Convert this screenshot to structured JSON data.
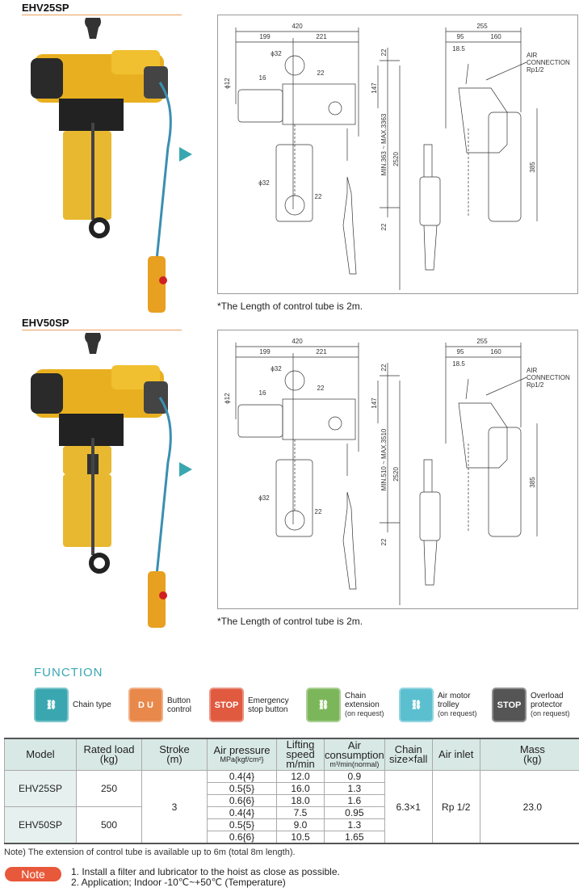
{
  "sections": [
    {
      "model": "EHV25SP",
      "dims": {
        "overall_width": "420",
        "left_width": "199",
        "right_width": "221",
        "hook_dia_top": "ϕ32",
        "hook_open_top": "22",
        "chain_width": "16",
        "dia_small": "ϕ12",
        "top_offset": "22",
        "height_147": "147",
        "lift_range": "MIN.363 ~ MAX.3363",
        "pendant_length": "2520",
        "bottom_offset": "22",
        "hook_dia_bottom": "ϕ32",
        "hook_open_bottom": "22",
        "side_width": "255",
        "side_left": "95",
        "side_right": "160",
        "hook_offset": "18.5",
        "air_connection_line1": "AIR",
        "air_connection_line2": "CONNECTION",
        "air_connection_line3": "Rp1/2",
        "bag_height": "385"
      },
      "caption": "*The Length of control tube is 2m."
    },
    {
      "model": "EHV50SP",
      "dims": {
        "overall_width": "420",
        "left_width": "199",
        "right_width": "221",
        "hook_dia_top": "ϕ32",
        "hook_open_top": "22",
        "chain_width": "16",
        "dia_small": "ϕ12",
        "top_offset": "22",
        "height_147": "147",
        "lift_range": "MIN.510 ~ MAX.3510",
        "pendant_length": "2520",
        "bottom_offset": "22",
        "hook_dia_bottom": "ϕ32",
        "hook_open_bottom": "22",
        "side_width": "255",
        "side_left": "95",
        "side_right": "160",
        "hook_offset": "18.5",
        "air_connection_line1": "AIR",
        "air_connection_line2": "CONNECTION",
        "air_connection_line3": "Rp1/2",
        "bag_height": "385"
      },
      "caption": "*The Length of control tube is 2m."
    }
  ],
  "function": {
    "title": "FUNCTION",
    "items": [
      {
        "icon": "chain-icon",
        "label1": "Chain type",
        "label2": "",
        "sub": "",
        "color": "#3aa7b0"
      },
      {
        "icon": "button-control-icon",
        "label1": "Button",
        "label2": "control",
        "sub": "",
        "color": "#e8884a",
        "glyph": "D U"
      },
      {
        "icon": "stop-button-icon",
        "label1": "Emergency",
        "label2": "stop button",
        "sub": "",
        "color": "#e05a40",
        "glyph": "STOP"
      },
      {
        "icon": "chain-extension-icon",
        "label1": "Chain",
        "label2": "extension",
        "sub": "(on request)",
        "color": "#7cb65a"
      },
      {
        "icon": "trolley-icon",
        "label1": "Air motor",
        "label2": "trolley",
        "sub": "(on request)",
        "color": "#5bbfd0"
      },
      {
        "icon": "overload-icon",
        "label1": "Overload",
        "label2": "protector",
        "sub": "(on request)",
        "color": "#555555",
        "glyph": "STOP"
      }
    ]
  },
  "table": {
    "headers": {
      "model": "Model",
      "rated_load": "Rated load",
      "rated_load_unit": "(kg)",
      "stroke": "Stroke",
      "stroke_unit": "(m)",
      "air_pressure": "Air pressure",
      "air_pressure_unit": "MPa{kgf/cm²}",
      "lifting_speed": "Lifting speed",
      "lifting_speed_unit": "m/min",
      "air_consumption": "Air consumption",
      "air_consumption_unit": "m³/min(normal)",
      "chain": "Chain",
      "chain2": "size×fall",
      "air_inlet": "Air inlet",
      "mass": "Mass",
      "mass_unit": "(kg)"
    },
    "stroke": "3",
    "chain": "6.3×1",
    "air_inlet": "Rp 1/2",
    "mass": "23.0",
    "models": [
      {
        "model": "EHV25SP",
        "load": "250",
        "rows": [
          {
            "p": "0.4{4}",
            "s": "12.0",
            "c": "0.9"
          },
          {
            "p": "0.5{5}",
            "s": "16.0",
            "c": "1.3"
          },
          {
            "p": "0.6{6}",
            "s": "18.0",
            "c": "1.6"
          }
        ]
      },
      {
        "model": "EHV50SP",
        "load": "500",
        "rows": [
          {
            "p": "0.4{4}",
            "s": "7.5",
            "c": "0.95"
          },
          {
            "p": "0.5{5}",
            "s": "9.0",
            "c": "1.3"
          },
          {
            "p": "0.6{6}",
            "s": "10.5",
            "c": "1.65"
          }
        ]
      }
    ]
  },
  "note_line": "Note) The extension of control tube is available up to 6m (total 8m length).",
  "note": {
    "badge": "Note",
    "items": [
      "1. Install a filter and lubricator to the hoist as close as possible.",
      "2. Application; Indoor -10℃~+50℃ (Temperature)"
    ]
  }
}
